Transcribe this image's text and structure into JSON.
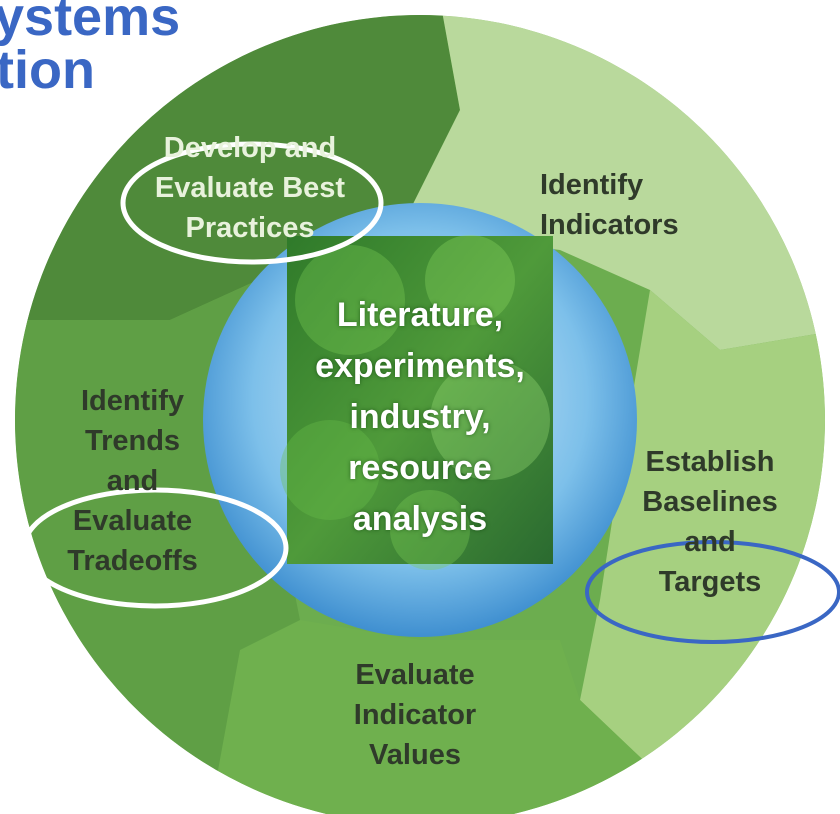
{
  "title": {
    "line1": "ystems",
    "line2": "tion"
  },
  "stages": {
    "best_practices": [
      "Develop and",
      "Evaluate Best",
      "Practices"
    ],
    "indicators": [
      "Identify",
      "Indicators"
    ],
    "baselines": [
      "Establish",
      "Baselines",
      "and",
      "Targets"
    ],
    "indicator_values": [
      "Evaluate",
      "Indicator",
      "Values"
    ],
    "trends": [
      "Identify",
      "Trends",
      "and",
      "Evaluate",
      "Tradeoffs"
    ]
  },
  "center": [
    "Literature,",
    "experiments,",
    "industry,",
    "resource",
    "analysis"
  ],
  "colors": {
    "title": "#3a67c4",
    "dark_green": "#4f8a3a",
    "mid_green": "#6cad4f",
    "light_green": "#b9d99c",
    "pale_green": "#a6d080",
    "hub_blue": "#6cb4e4",
    "white_circle": "#ffffff",
    "blue_circle": "#3a67c4"
  }
}
